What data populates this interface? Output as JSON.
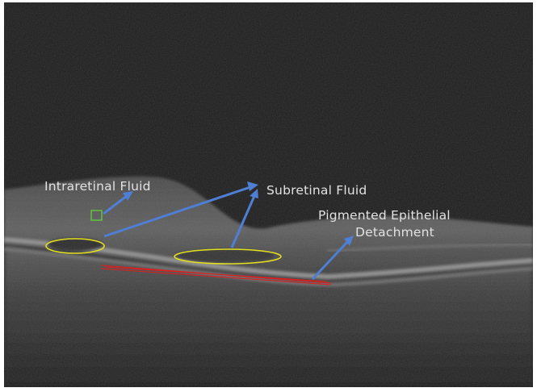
{
  "image": {
    "type": "OCT retinal B-scan (grayscale)"
  },
  "annotations": {
    "intraretinal_fluid": {
      "label": "Intraretinal Fluid",
      "marker": "square",
      "color": "#5fbf3f"
    },
    "subretinal_fluid": {
      "label": "Subretinal Fluid",
      "marker": "ellipse",
      "count": 2,
      "color": "#e4e01e"
    },
    "pigmented_epithelial_detachment": {
      "label_line1": "Pigmented Epithelial",
      "label_line2": "Detachment",
      "marker": "line",
      "color": "#e21c1c"
    },
    "arrow_color": "#4f7fd4"
  }
}
